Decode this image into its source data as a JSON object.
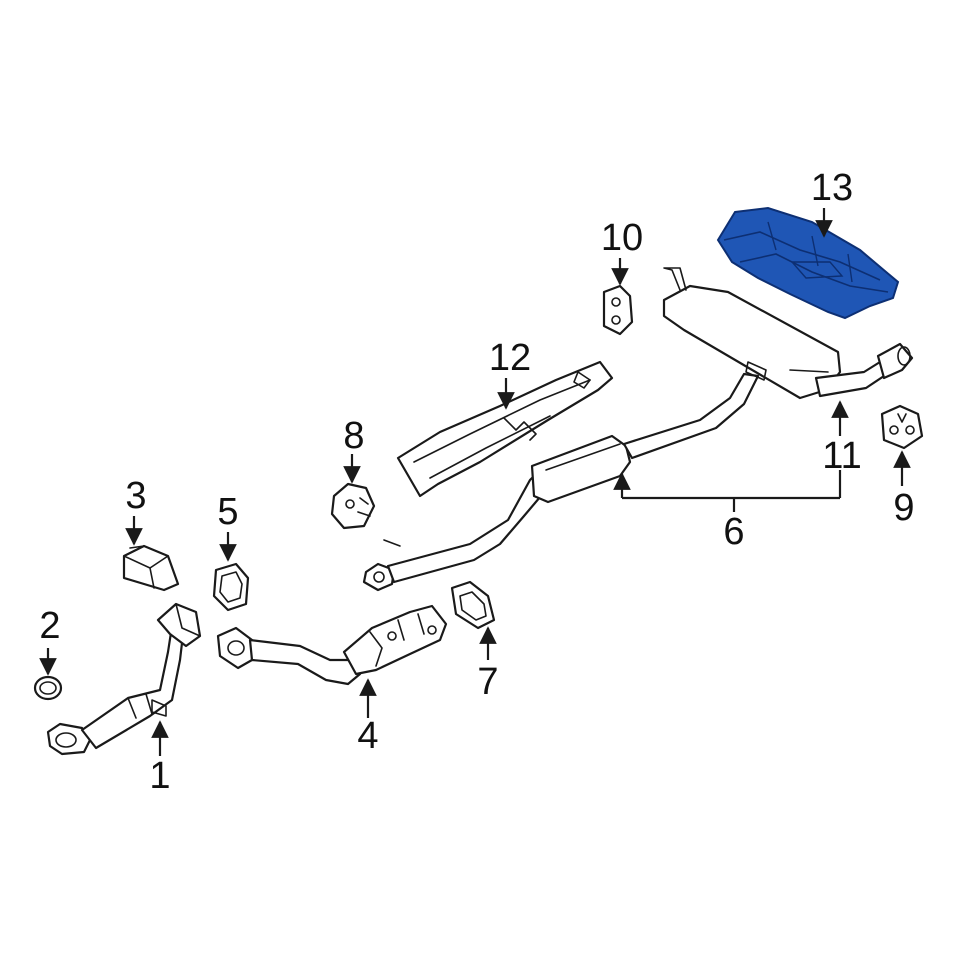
{
  "diagram": {
    "colors": {
      "line": "#1a1a1a",
      "highlight": "#1f56b5",
      "highlight_detail": "#0d2f73",
      "background": "#ffffff"
    },
    "highlighted_part": "13",
    "callouts": [
      {
        "id": "c1",
        "label": "1"
      },
      {
        "id": "c2",
        "label": "2"
      },
      {
        "id": "c3",
        "label": "3"
      },
      {
        "id": "c4",
        "label": "4"
      },
      {
        "id": "c5",
        "label": "5"
      },
      {
        "id": "c6",
        "label": "6"
      },
      {
        "id": "c7",
        "label": "7"
      },
      {
        "id": "c8",
        "label": "8"
      },
      {
        "id": "c9",
        "label": "9"
      },
      {
        "id": "c10",
        "label": "10"
      },
      {
        "id": "c11",
        "label": "11"
      },
      {
        "id": "c12",
        "label": "12"
      },
      {
        "id": "c13",
        "label": "13"
      }
    ]
  }
}
